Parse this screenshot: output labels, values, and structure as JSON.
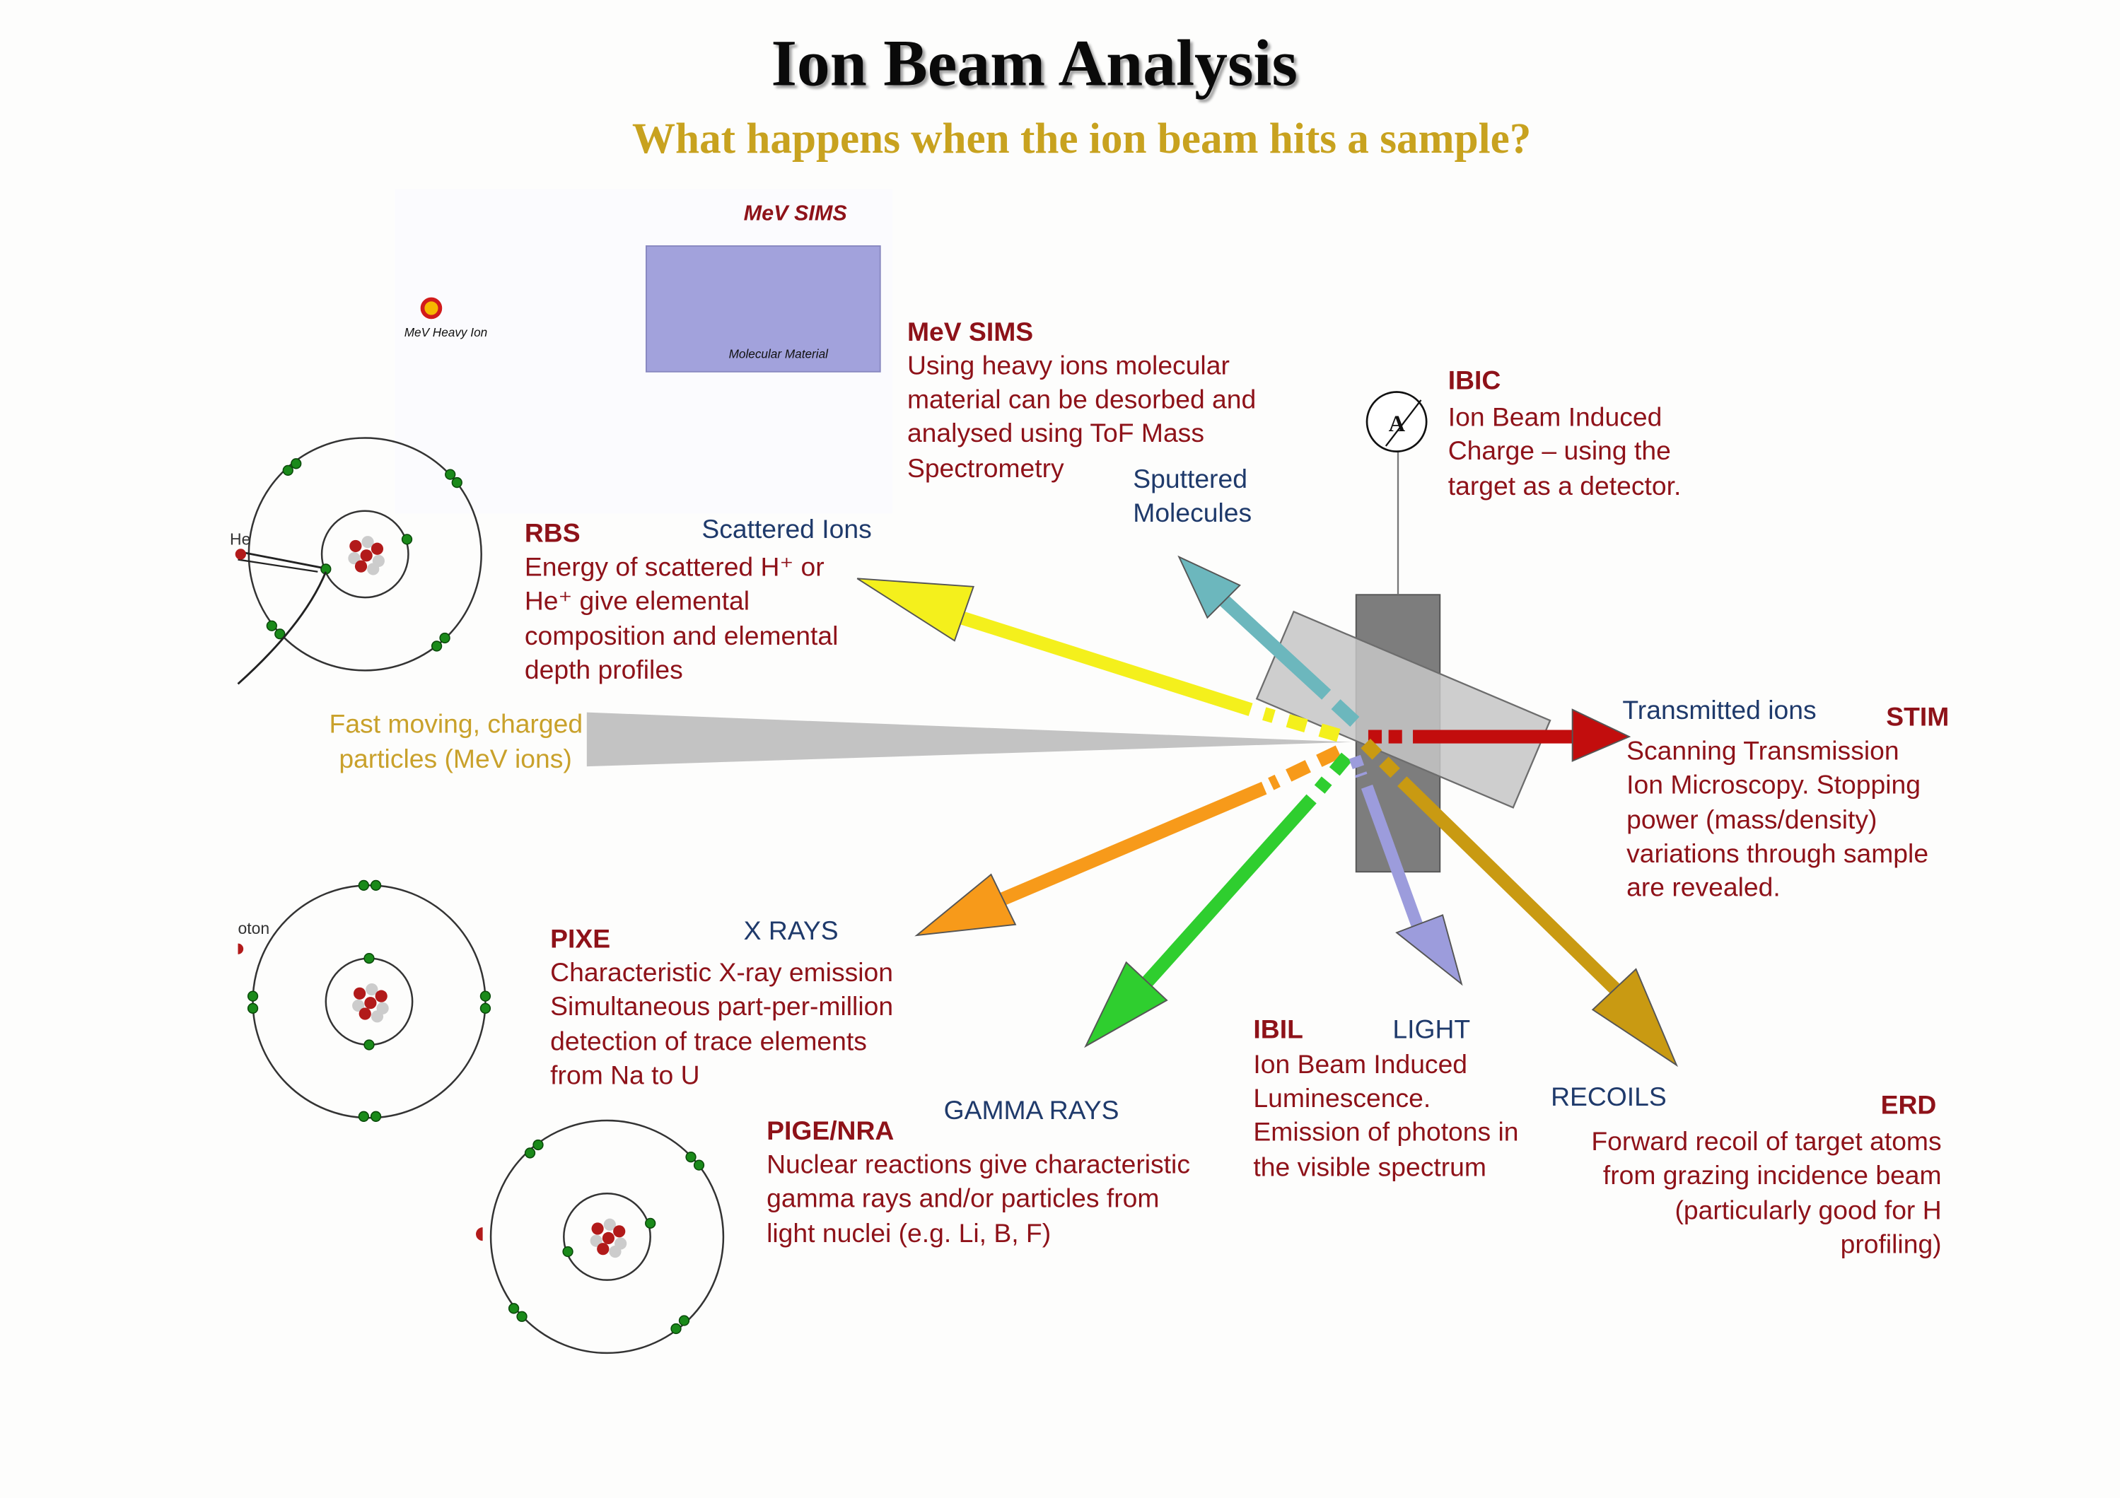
{
  "title": "Ion Beam Analysis",
  "subtitle": "What happens when the ion beam hits a sample?",
  "inset": {
    "heading": "MeV SIMS",
    "ion_label": "MeV Heavy Ion",
    "material_label": "Molecular Material"
  },
  "atoms": {
    "rbs_fragment": "He",
    "pixe_fragment": "oton"
  },
  "ammeter_symbol": "A",
  "techniques": {
    "mevsims": {
      "name": "MeV SIMS",
      "lines": [
        "Using heavy ions molecular",
        "material can be desorbed and",
        "analysed using ToF Mass",
        "Spectrometry"
      ]
    },
    "ibic": {
      "name": "IBIC",
      "lines": [
        "Ion Beam Induced",
        "Charge – using the",
        "target as a detector."
      ]
    },
    "rbs": {
      "name": "RBS",
      "lines": [
        "Energy of scattered H⁺ or",
        "He⁺ give elemental",
        "composition and elemental",
        "depth profiles"
      ]
    },
    "stim": {
      "name": "STIM",
      "lines": [
        "Scanning Transmission",
        "Ion Microscopy. Stopping",
        "power (mass/density)",
        "variations through sample",
        "are revealed."
      ]
    },
    "pixe": {
      "name": "PIXE",
      "lines": [
        "Characteristic X-ray emission",
        "Simultaneous part-per-million",
        "detection of trace elements",
        "from Na to U"
      ]
    },
    "ibil": {
      "name": "IBIL",
      "lines": [
        "Ion Beam Induced",
        "Luminescence.",
        "Emission of photons in",
        "the visible spectrum"
      ]
    },
    "erd": {
      "name": "ERD",
      "lines": [
        "Forward recoil of target atoms",
        "from grazing incidence beam",
        "(particularly good for H",
        "profiling)"
      ]
    },
    "pige": {
      "name": "PIGE/NRA",
      "lines": [
        "Nuclear reactions give characteristic",
        "gamma rays and/or particles from",
        "light nuclei (e.g. Li, B, F)"
      ]
    }
  },
  "arrows": {
    "scattered_ions": "Scattered Ions",
    "sputtered_molecules": [
      "Sputtered",
      "Molecules"
    ],
    "transmitted_ions": "Transmitted ions",
    "x_rays": "X RAYS",
    "gamma_rays": "GAMMA RAYS",
    "light": "LIGHT",
    "recoils": "RECOILS"
  },
  "beam": {
    "lines": [
      "Fast moving, charged",
      "particles (MeV ions)"
    ]
  },
  "colors": {
    "technique_red": "#8e1219",
    "arrow_label_blue": "#1f3a6b",
    "beam_gold": "#c9a12b",
    "scattered": "#f4f01c",
    "sputtered": "#6cb7bd",
    "transmitted": "#c20d0d",
    "xray": "#f79a1a",
    "gamma": "#2fce2f",
    "light": "#9c9cdc",
    "recoil": "#c99a12",
    "inset_material": "#a2a2dc"
  }
}
